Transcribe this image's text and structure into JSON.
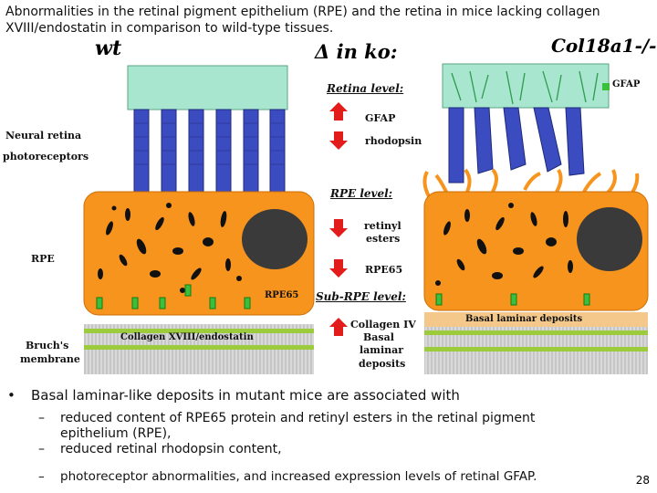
{
  "title": "Abnormalities in the retinal pigment epithelium (RPE) and the retina in mice lacking collagen XVIII/endostatin in comparison to wild-type tissues.",
  "headers": {
    "wt": "wt",
    "delta_ko": "Δ in ko:",
    "col18": "Col18a1-/-"
  },
  "left_labels": {
    "neural_retina": "Neural retina",
    "photoreceptors": "photoreceptors",
    "rpe": "RPE",
    "bruchs": "Bruch's",
    "membrane": "membrane"
  },
  "center": {
    "retina_level": "Retina level:",
    "gfap": "GFAP",
    "rhodopsin": "rhodopsin",
    "rpe_level": "RPE level:",
    "retinyl": "retinyl",
    "esters": "esters",
    "rpe65": "RPE65",
    "sub_rpe_level": "Sub-RPE level:",
    "collagen_iv": "Collagen IV",
    "basal": "Basal",
    "laminar": "laminar",
    "deposits": "deposits"
  },
  "in_figure": {
    "rpe65_wt": "RPE65",
    "collagen_xviii": "Collagen XVIII/endostatin",
    "gfap_ko": "GFAP",
    "basal_laminar_deposits": "Basal laminar deposits"
  },
  "bullets": {
    "main": "Basal laminar-like deposits in mutant mice are associated with",
    "items": [
      "reduced content of RPE65 protein and retinyl esters in the retinal pigment",
      "epithelium (RPE),",
      "reduced retinal rhodopsin content,",
      "photoreceptor abnormalities, and increased expression levels of retinal GFAP."
    ],
    "bullet_char": "•",
    "dash_char": "–"
  },
  "page_number": "28",
  "colors": {
    "rpe_orange": "#f7941d",
    "neural_teal": "#a8e6cf",
    "photoreceptor_blue": "#3b4cc0",
    "membrane_green": "#9ccc3c",
    "arrow_red": "#e21b1b"
  }
}
